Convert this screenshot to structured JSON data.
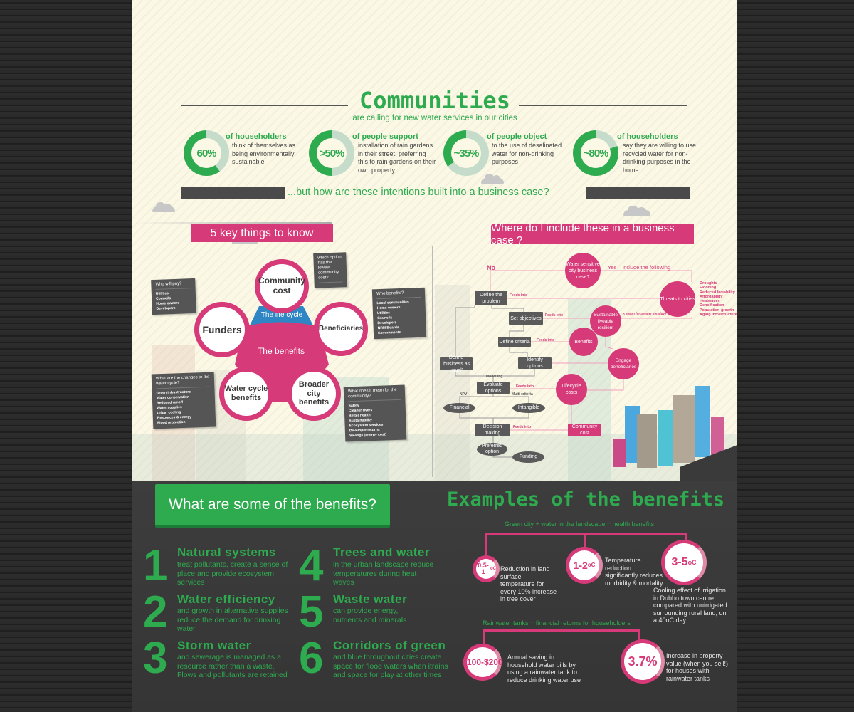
{
  "colors": {
    "green": "#2eaa4f",
    "pink": "#d63a78",
    "blue": "#2f86c4",
    "dark": "#3d3d3d",
    "cream": "#fbf8e6"
  },
  "header": {
    "title": "Communities",
    "subtitle": "are calling for new water services in our cities"
  },
  "stats": [
    {
      "value": "60%",
      "percent": 60,
      "heading": "of householders",
      "text": "think of themselves as being environmentally sustainable"
    },
    {
      "value": ">50%",
      "percent": 50,
      "heading": "of people support",
      "text": "installation of rain gardens in their street, preferring this to rain gardens on their own property"
    },
    {
      "value": "~35%",
      "percent": 35,
      "heading": "of people object",
      "text": "to the use of desalinated water for non-drinking purposes"
    },
    {
      "value": "~80%",
      "percent": 80,
      "heading": "of householders",
      "text": "say they are willing to use recycled water for non-drinking purposes in the home"
    }
  ],
  "question": "...but how are these intentions built into a business case?",
  "key_things": {
    "banner": "5 key things to know",
    "center": "The benefits",
    "life_cycle": "The life cycle",
    "nodes": {
      "community_cost": "Community cost",
      "funders": "Funders",
      "beneficiaries": "Beneficiaries",
      "water_cycle": "Water cycle benefits",
      "broader_city": "Broader city benefits"
    },
    "boxes": {
      "lowest_cost": {
        "question": "which option has the lowest community cost?",
        "items": []
      },
      "who_pays": {
        "question": "Who will pay?",
        "items": [
          "Utilities",
          "Councils",
          "Home owners",
          "Developers"
        ]
      },
      "who_benefits": {
        "question": "Who benefits?",
        "items": [
          "Local communities",
          "Home owners",
          "Utilities",
          "Councils",
          "Developers",
          "NRM Boards",
          "Governments"
        ]
      },
      "changes": {
        "question": "What are the changes to the water cycle?",
        "items": [
          "Green infrastructure",
          "Water conservation",
          "Reduced runoff",
          "Water supplies",
          "Urban cooling",
          "Resources & energy",
          "Flood protection"
        ]
      },
      "community": {
        "question": "What does it mean for the community?",
        "items": [
          "Safety",
          "Cleaner rivers",
          "Better health",
          "Sustainability",
          "Ecosystem services",
          "Developer returns",
          "Savings (energy cost)"
        ]
      }
    }
  },
  "flow": {
    "banner": "Where do I include these in a business case ?",
    "start": "Water sensitive city business case?",
    "no": "No",
    "yes": "Yes – include the following",
    "threats": "Threats to cities",
    "threat_list": [
      "Droughts",
      "Flooding",
      "Reduced liveability",
      "Affordability",
      "Heatwaves",
      "Densification",
      "Population growth",
      "Aging infrastructure"
    ],
    "sustainable": "Sustainable liveable resilient",
    "vision": "- A vision for a water sensitive city",
    "benefits": "Benefits",
    "engage": "Engage beneficiaries",
    "lifecycle": "Lifecycle costs",
    "community_cost": "Community cost",
    "define_problem": "Define the problem",
    "set_objectives": "Set objectives",
    "define_criteria": "Define criteria",
    "identify_options": "Identify options",
    "business_as_usual": "Define 'business as usual'",
    "modelling": "Modelling",
    "evaluate": "Evaluate options",
    "npv": "NPV",
    "multi": "Multi criteria",
    "financial": "Financial",
    "intangible": "Intangible",
    "decision": "Decision making",
    "preferred": "Preferred option",
    "funding": "Funding",
    "feeds": "Feeds into"
  },
  "benefits": {
    "banner": "What are some of the benefits?",
    "items": [
      {
        "num": "1",
        "title": "Natural systems",
        "text": "treat pollutants, create a sense of place and provide ecosystem services"
      },
      {
        "num": "2",
        "title": "Water efficiency",
        "text": "and growth in alternative supplies reduce the demand for drinking water"
      },
      {
        "num": "3",
        "title": "Storm water",
        "text": "and sewerage is managed as a resource rather than a waste. Flows and pollutants are retained"
      },
      {
        "num": "4",
        "title": "Trees and water",
        "text": "in the urban landscape reduce temperatures during heat waves"
      },
      {
        "num": "5",
        "title": "Waste water",
        "text": "can provide energy, nutrients and minerals"
      },
      {
        "num": "6",
        "title": "Corridors of green",
        "text": "and blue throughout cities create space for flood waters when itrains and space for play at other times"
      }
    ]
  },
  "examples": {
    "title": "Examples of the benefits",
    "health_heading": "Green city + water in the landscape = health benefits",
    "health": [
      {
        "value": "0.5-1",
        "unit": "oC",
        "text": "Reduction in land surface temperature for every 10% increase in tree cover"
      },
      {
        "value": "1-2",
        "unit": "oC",
        "text": "Temperature reduction significantly reduces morbidity & mortality"
      },
      {
        "value": "3-5",
        "unit": "oC",
        "text": "Cooling effect of irrigation in Dubbo town centre, compared with unirrigated surrounding rural land, on a 40oC day"
      }
    ],
    "tanks_heading": "Rainwater tanks = financial returns for householders",
    "tanks": [
      {
        "value": "$100-$200",
        "text": "Annual saving in household water bills by using a rainwater tank to reduce drinking water use"
      },
      {
        "value": "3.7%",
        "text": "Increase in property value (when you sell!) for houses with rainwater tanks"
      }
    ]
  }
}
